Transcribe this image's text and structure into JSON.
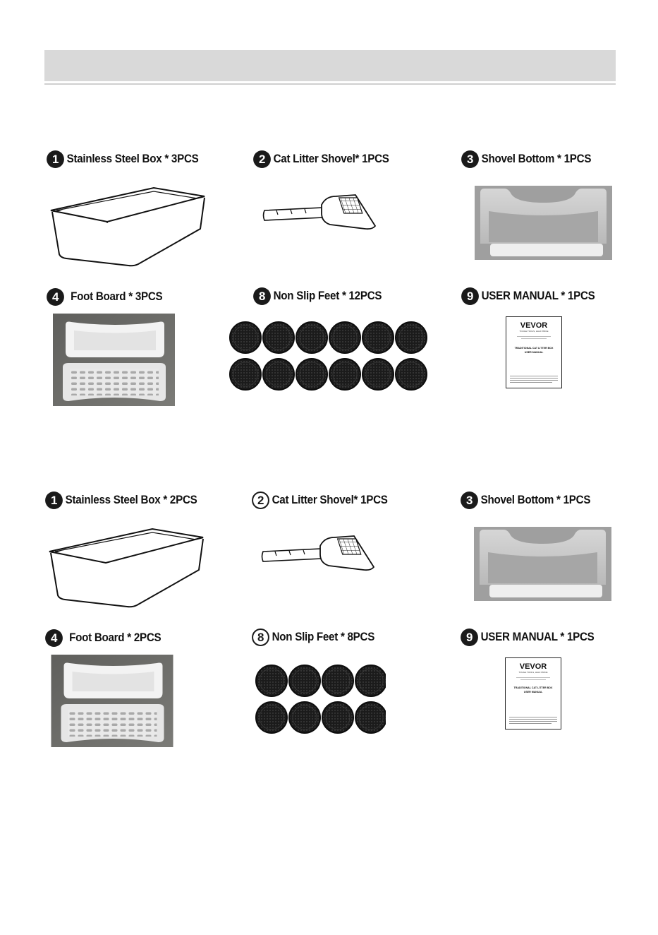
{
  "sections": [
    {
      "items": [
        {
          "number": "1",
          "label": "Stainless Steel Box * 3PCS",
          "icon": "stainless-steel-box-icon"
        },
        {
          "number": "2",
          "label": "Cat Litter Shovel* 1PCS",
          "icon": "cat-litter-shovel-icon"
        },
        {
          "number": "3",
          "label": "Shovel Bottom * 1PCS",
          "icon": "shovel-bottom-icon"
        },
        {
          "number": "4",
          "label": "Foot Board * 3PCS",
          "icon": "foot-board-icon"
        },
        {
          "number": "8",
          "label": "Non Slip Feet * 12PCS",
          "icon": "non-slip-feet-icon"
        },
        {
          "number": "9",
          "label": "USER MANUAL * 1PCS",
          "icon": "user-manual-icon"
        }
      ],
      "non_slip_feet_count": 12
    },
    {
      "items": [
        {
          "number": "1",
          "label": "Stainless Steel Box * 2PCS",
          "icon": "stainless-steel-box-icon"
        },
        {
          "number": "2",
          "label": "Cat Litter Shovel* 1PCS",
          "icon": "cat-litter-shovel-icon"
        },
        {
          "number": "3",
          "label": "Shovel Bottom * 1PCS",
          "icon": "shovel-bottom-icon"
        },
        {
          "number": "4",
          "label": "Foot Board * 2PCS",
          "icon": "foot-board-icon"
        },
        {
          "number": "8",
          "label": "Non Slip Feet * 8PCS",
          "icon": "non-slip-feet-icon"
        },
        {
          "number": "9",
          "label": "USER MANUAL * 1PCS",
          "icon": "user-manual-icon"
        }
      ],
      "non_slip_feet_count": 8
    }
  ],
  "manual": {
    "brand": "VEVOR",
    "tagline": "TOUGH TOOLS, HALF PRICE",
    "title_line1": "TRADITIONAL CAT LITTER BOX",
    "title_line2": "USER MANUAL"
  },
  "colors": {
    "header_band": "#d9d9d9",
    "foot_board_bg": "#6e6e6b",
    "feet": "#1a1a1a",
    "shovel_bottom": "#c9c9c9"
  }
}
